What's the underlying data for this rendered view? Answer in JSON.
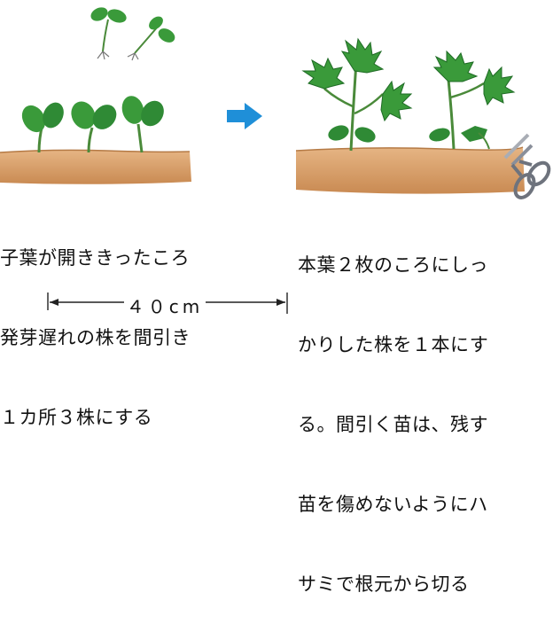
{
  "captions": {
    "left": [
      "子葉が開ききったころ",
      "発芽遅れの株を間引き",
      "１カ所３株にする"
    ],
    "right": [
      "本葉２枚のころにしっ",
      "かりした株を１本にす",
      "る。間引く苗は、残す",
      "苗を傷めないようにハ",
      "サミで根元から切る"
    ]
  },
  "dimension": {
    "label": "４０cm"
  },
  "colors": {
    "leaf": "#3a9a3a",
    "leaf_dark": "#1f6b25",
    "stem": "#4a8a3a",
    "soil": "#d9a672",
    "soil_dark": "#b57a45",
    "arrow": "#1f8fd8",
    "scissors_handle": "#8a8f9a"
  },
  "icons": [
    "arrow-right-icon",
    "scissors-icon"
  ]
}
